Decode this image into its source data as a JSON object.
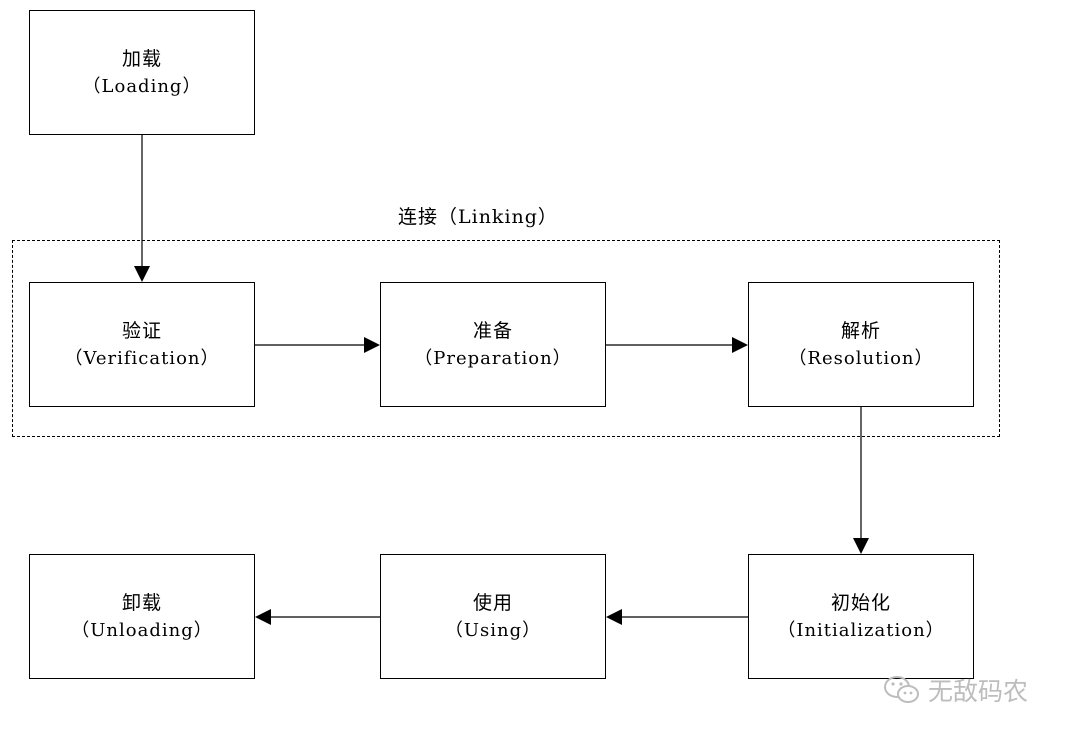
{
  "nodes": {
    "loading": {
      "zh": "加载",
      "en": "（Loading）"
    },
    "verification": {
      "zh": "验证",
      "en": "（Verification）"
    },
    "preparation": {
      "zh": "准备",
      "en": "（Preparation）"
    },
    "resolution": {
      "zh": "解析",
      "en": "（Resolution）"
    },
    "initialization": {
      "zh": "初始化",
      "en": "（Initialization）"
    },
    "using": {
      "zh": "使用",
      "en": "（Using）"
    },
    "unloading": {
      "zh": "卸载",
      "en": "（Unloading）"
    }
  },
  "group": {
    "label": "连接（Linking）"
  },
  "edges": [
    {
      "from": "loading",
      "to": "verification"
    },
    {
      "from": "verification",
      "to": "preparation"
    },
    {
      "from": "preparation",
      "to": "resolution"
    },
    {
      "from": "resolution",
      "to": "initialization"
    },
    {
      "from": "initialization",
      "to": "using"
    },
    {
      "from": "using",
      "to": "unloading"
    }
  ],
  "watermark": {
    "text": "无敌码农",
    "icon": "wechat-icon"
  },
  "colors": {
    "line": "#000000",
    "watermark": "#bdbdbd",
    "background": "#ffffff"
  }
}
